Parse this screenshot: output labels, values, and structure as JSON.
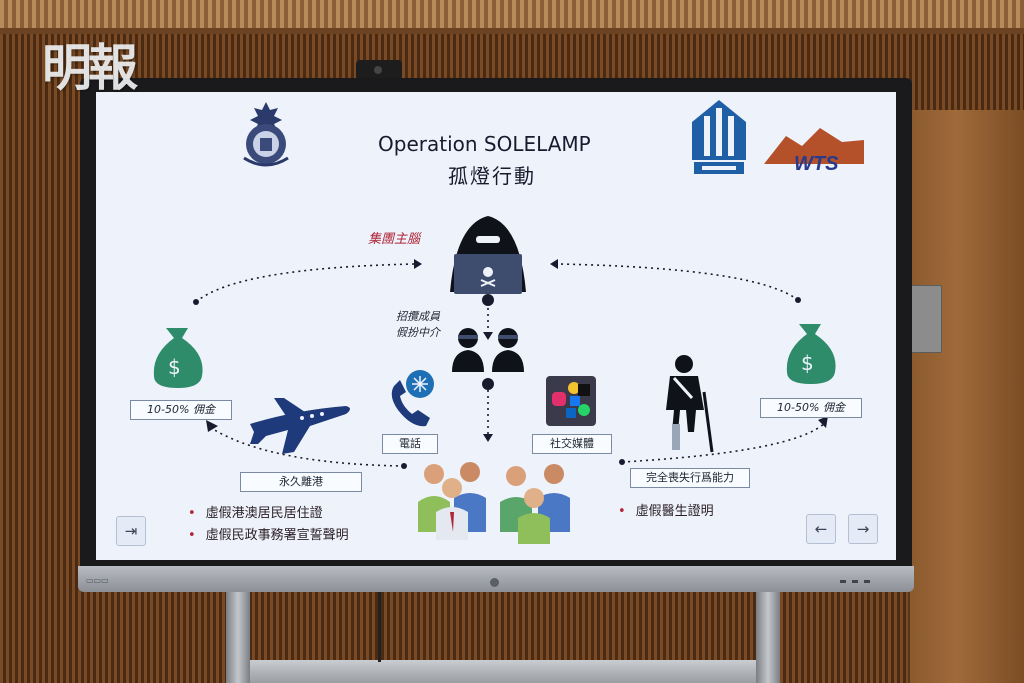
{
  "overlay": {
    "logo_text": "明報"
  },
  "slide": {
    "title": "Operation SOLELAMP",
    "subtitle": "孤燈行動",
    "mastermind_label": "集團主腦",
    "recruit_label": {
      "line1": "招攬成員",
      "line2": "假扮中介"
    },
    "commission_left": "10-50% 佣金",
    "commission_right": "10-50% 佣金",
    "phone_label": "電話",
    "social_label": "社交媒體",
    "emigrate_label": "永久離港",
    "incapacity_label": "完全喪失行爲能力",
    "bullets_left": [
      "虛假港澳居民居住證",
      "虛假民政事務署宣誓聲明"
    ],
    "bullets_right": [
      "虛假醫生證明"
    ],
    "wts_logo_text": "WTS",
    "nav": {
      "exit_icon": "exit-icon",
      "prev_icon": "←",
      "next_icon": "→"
    }
  },
  "colors": {
    "screen_bg": "#eef3fb",
    "accent_red": "#b0273a",
    "money_green": "#2e8c6a"
  }
}
